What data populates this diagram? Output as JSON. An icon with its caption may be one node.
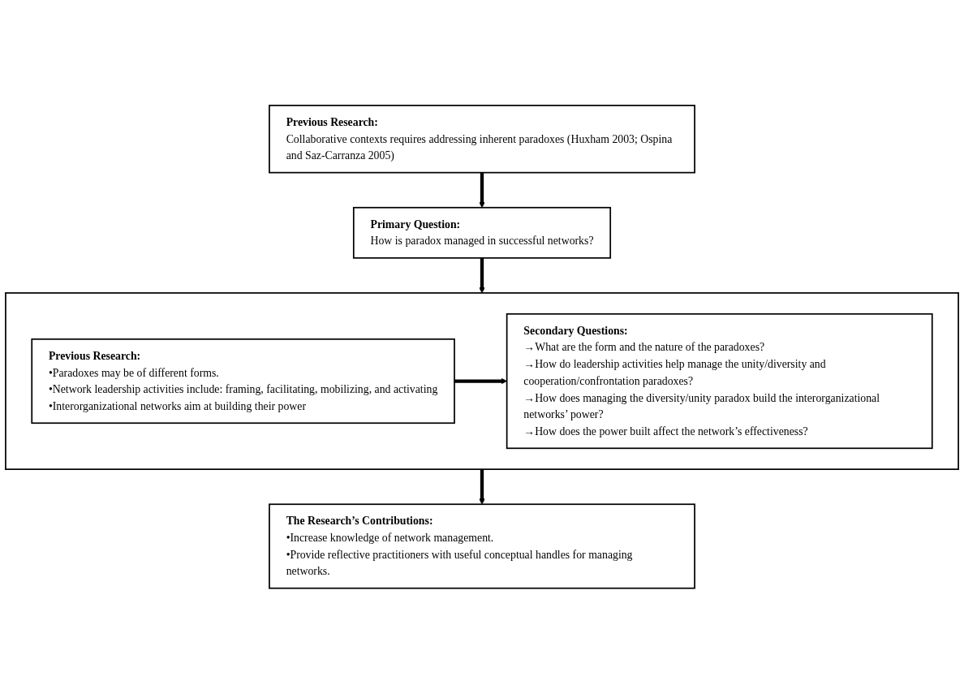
{
  "diagram": {
    "nodes": [
      {
        "text": [
          "Previous Research:",
          "Collaborative contexts requires addressing inherent paradoxes (Huxham 2003; Ospina and Saz-Carranza 2005)"
        ]
      },
      {
        "text": [
          "Primary Question:",
          "How is paradox managed in successful networks?"
        ]
      },
      {
        "text": [],
        "shape": "box"
      },
      {
        "text": [
          "Previous Research:",
          "•Paradoxes may be of different forms.",
          "•Network leadership activities include: framing, facilitating, mobilizing, and activating",
          "•Interorganizational networks aim at building their power"
        ],
        "in": 2
      },
      {
        "text": [
          "Secondary Questions:",
          "→What are the form and the nature of the paradoxes?",
          "→How do leadership activities help manage the unity/diversity and cooperation/confrontation paradoxes?",
          "→How does managing the diversity/unity paradox build the interorganizational networks’ power?",
          "→How does the power built affect the network’s effectiveness?"
        ],
        "in": 2
      },
      {
        "text": [
          "The Research’s Contributions:",
          "•Increase knowledge of network management.",
          "•Provide reflective practitioners with useful conceptual handles for managing networks."
        ]
      }
    ],
    "edges": [
      {
        "from": 0,
        "to": 1,
        "arrow": "to"
      },
      {
        "from": 1,
        "to": 2,
        "arrow": "to"
      },
      {
        "from": 3,
        "to": 4,
        "arrow": "to"
      },
      {
        "from": 2,
        "to": 5,
        "arrow": "to"
      }
    ]
  }
}
